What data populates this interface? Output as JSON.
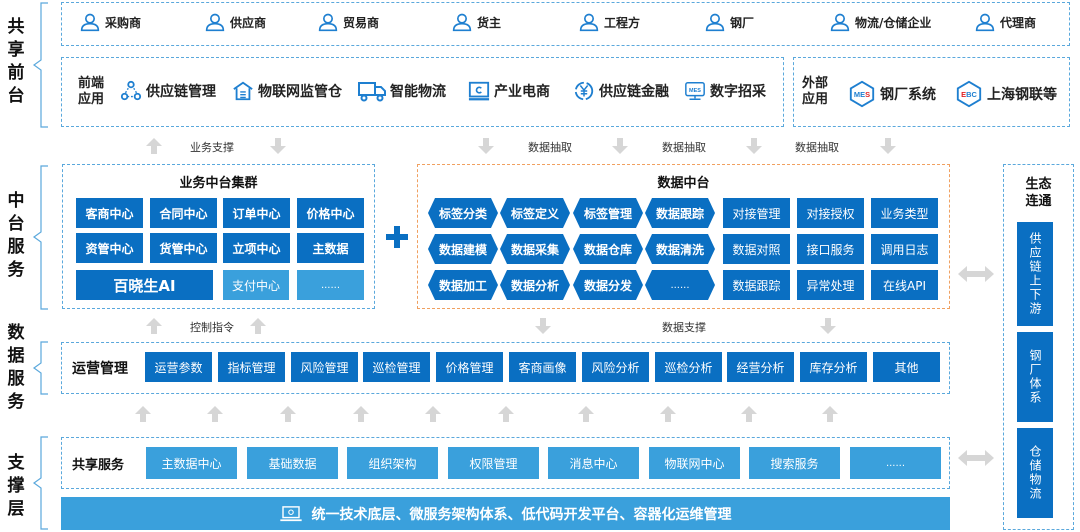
{
  "layers": {
    "frontend": "共享前台",
    "middle": "中台服务",
    "data_service": "数据服务",
    "support": "支撑层"
  },
  "roles": [
    {
      "label": "采购商",
      "icon": "user-icon"
    },
    {
      "label": "供应商",
      "icon": "user-icon"
    },
    {
      "label": "贸易商",
      "icon": "user-icon"
    },
    {
      "label": "货主",
      "icon": "user-icon"
    },
    {
      "label": "工程方",
      "icon": "user-icon"
    },
    {
      "label": "钢厂",
      "icon": "user-icon"
    },
    {
      "label": "物流/仓储企业",
      "icon": "user-icon"
    },
    {
      "label": "代理商",
      "icon": "user-icon"
    }
  ],
  "frontend_apps": {
    "heading_line1": "前端",
    "heading_line2": "应用",
    "items": [
      {
        "label": "供应链管理",
        "icon": "network-nodes-icon"
      },
      {
        "label": "物联网监管仓",
        "icon": "warehouse-icon"
      },
      {
        "label": "智能物流",
        "icon": "truck-icon"
      },
      {
        "label": "产业电商",
        "icon": "monitor-ecommerce-icon"
      },
      {
        "label": "供应链金融",
        "icon": "yuan-coin-icon"
      },
      {
        "label": "数字招采",
        "icon": "mes-monitor-icon"
      }
    ]
  },
  "external_apps": {
    "heading_line1": "外部",
    "heading_line2": "应用",
    "items": [
      {
        "label": "钢厂系统",
        "badge": "MES",
        "icon": "mes-hexagon-icon"
      },
      {
        "label": "上海钢联等",
        "badge": "EBC",
        "icon": "ebc-hexagon-icon"
      }
    ]
  },
  "flow_labels": {
    "business_support": "业务支撑",
    "data_extract_1": "数据抽取",
    "data_extract_2": "数据抽取",
    "data_extract_3": "数据抽取",
    "control_command": "控制指令",
    "data_support": "数据支撑"
  },
  "business_middle": {
    "title": "业务中台集群",
    "items": [
      "客商中心",
      "合同中心",
      "订单中心",
      "价格中心",
      "资管中心",
      "货管中心",
      "立项中心",
      "主数据"
    ],
    "ai": "百晓生AI",
    "payment": "支付中心",
    "more": "......"
  },
  "plus": "+",
  "data_middle": {
    "title": "数据中台",
    "hex_items": [
      "标签分类",
      "标签定义",
      "标签管理",
      "数据跟踪",
      "数据建模",
      "数据采集",
      "数据仓库",
      "数据清洗",
      "数据加工",
      "数据分析",
      "数据分发",
      "......"
    ],
    "box_items": [
      "对接管理",
      "对接授权",
      "业务类型",
      "数据对照",
      "接口服务",
      "调用日志",
      "数据跟踪",
      "异常处理",
      "在线API"
    ]
  },
  "operations": {
    "title": "运营管理",
    "items": [
      "运营参数",
      "指标管理",
      "风险管理",
      "巡检管理",
      "价格管理",
      "客商画像",
      "风险分析",
      "巡检分析",
      "经营分析",
      "库存分析",
      "其他"
    ]
  },
  "shared_services": {
    "title": "共享服务",
    "items": [
      "主数据中心",
      "基础数据",
      "组织架构",
      "权限管理",
      "消息中心",
      "物联网中心",
      "搜索服务",
      "......"
    ]
  },
  "foundation": {
    "label": "统一技术底层、微服务架构体系、低代码开发平台、容器化运维管理",
    "icon": "laptop-icon"
  },
  "ecosystem": {
    "title_line1": "生态",
    "title_line2": "连通",
    "items": [
      "供应链上下游",
      "钢厂体系",
      "仓储物流"
    ]
  },
  "colors": {
    "primary_blue": "#0a6fc2",
    "light_blue": "#3aa0dc",
    "dashed_border": "#5aa8dc",
    "data_border": "#f0a060",
    "arrow_gray": "#d6d6d6"
  }
}
